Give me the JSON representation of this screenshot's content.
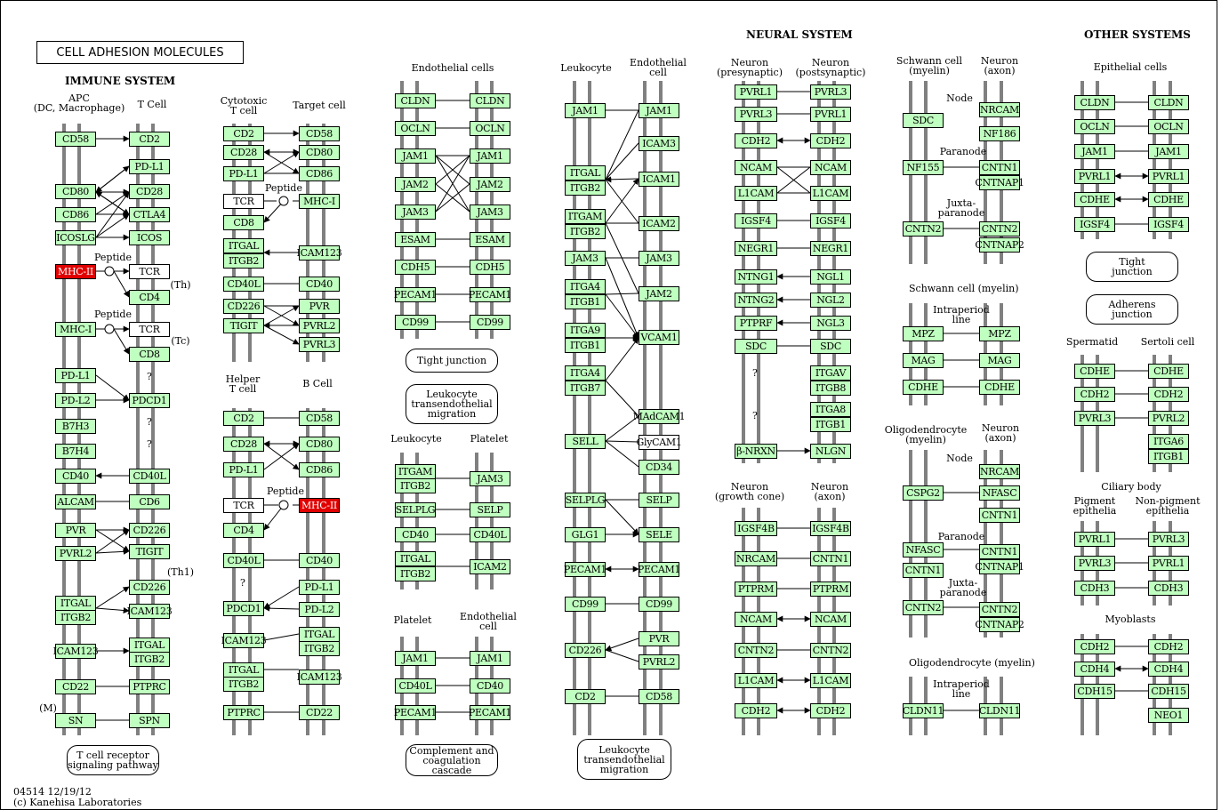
{
  "title": "CELL ADHESION MOLECULES",
  "footer": {
    "code": "04514 12/19/12",
    "copyright": "(c) Kanehisa Laboratories"
  },
  "colors": {
    "gene_fill": "#bfffbf",
    "highlight_fill": "#e00000",
    "rail": "#808080",
    "border": "#000000"
  },
  "headers": {
    "immune": "IMMUNE SYSTEM",
    "neural": "NEURAL SYSTEM",
    "other": "OTHER SYSTEMS"
  },
  "labels": [
    "APC\n(DC, Macrophage)",
    "T Cell",
    "Cytotoxic\nT cell",
    "Target cell",
    "Helper\nT cell",
    "B Cell",
    "Endothelial cells",
    "Leukocyte",
    "Platelet",
    "Platelet",
    "Endothelial\ncell",
    "Leukocyte",
    "Endothelial\ncell",
    "Neuron\n(presynaptic)",
    "Neuron\n(postsynaptic)",
    "Neuron\n(growth cone)",
    "Neuron\n(axon)",
    "Schwann cell\n(myelin)",
    "Neuron\n(axon)",
    "Node",
    "Paranode",
    "Juxta-\nparanode",
    "Schwann cell (myelin)",
    "Intraperiod\nline",
    "Oligodendrocyte\n(myelin)",
    "Neuron\n(axon)",
    "Node",
    "Paranode",
    "Juxta-\nparanode",
    "Oligodendrocyte (myelin)",
    "Intraperiod\nline",
    "Epithelial cells",
    "Spermatid",
    "Sertoli cell",
    "Ciliary body",
    "Pigment\nepithelia",
    "Non-pigment\nepithelia",
    "Myoblasts",
    "(Th)",
    "(Tc)",
    "(Th1)",
    "(M)",
    "Peptide",
    "Peptide",
    "Peptide",
    "Peptide",
    "?",
    "?",
    "?",
    "?",
    "?",
    "?"
  ],
  "genes": [
    "CD58",
    "CD2",
    "PD-L1",
    "CD80",
    "CD28",
    "CD86",
    "CTLA4",
    "ICOSLG",
    "ICOS",
    "MHC-II",
    "TCR",
    "CD4",
    "MHC-I",
    "TCR",
    "CD8",
    "PD-L1",
    "PD-L2",
    "PDCD1",
    "B7H3",
    "B7H4",
    "CD40",
    "CD40L",
    "ALCAM",
    "CD6",
    "PVR",
    "CD226",
    "PVRL2",
    "TIGIT",
    "CD226",
    "ITGAL",
    "ITGB2",
    "ICAM123",
    "ICAM123",
    "ITGAL",
    "ITGB2",
    "CD22",
    "PTPRC",
    "SN",
    "SPN",
    "CD2",
    "CD58",
    "CD28",
    "CD80",
    "PD-L1",
    "CD86",
    "TCR",
    "MHC-I",
    "CD8",
    "ITGAL",
    "ITGB2",
    "ICAM123",
    "CD40L",
    "CD40",
    "CD226",
    "PVR",
    "PVRL2",
    "TIGIT",
    "PVRL3",
    "CD2",
    "CD58",
    "CD28",
    "CD80",
    "PD-L1",
    "CD86",
    "TCR",
    "MHC-II",
    "CD4",
    "CD40L",
    "CD40",
    "PD-L1",
    "PDCD1",
    "PD-L2",
    "ITGAL",
    "ICAM123",
    "ITGB2",
    "ITGAL",
    "ICAM123",
    "ITGB2",
    "PTPRC",
    "CD22",
    "CLDN",
    "CLDN",
    "OCLN",
    "OCLN",
    "JAM1",
    "JAM1",
    "JAM2",
    "JAM2",
    "JAM3",
    "JAM3",
    "ESAM",
    "ESAM",
    "CDH5",
    "CDH5",
    "PECAM1",
    "PECAM1",
    "CD99",
    "CD99",
    "ITGAM",
    "ITGB2",
    "JAM3",
    "SELPLG",
    "SELP",
    "CD40",
    "CD40L",
    "ITGAL",
    "ITGB2",
    "ICAM2",
    "JAM1",
    "JAM1",
    "CD40L",
    "CD40",
    "PECAM1",
    "PECAM1",
    "JAM1",
    "JAM1",
    "ICAM3",
    "ITGAL",
    "ITGB2",
    "ICAM1",
    "ITGAM",
    "ITGB2",
    "ICAM2",
    "JAM3",
    "JAM3",
    "ITGA4",
    "ITGB1",
    "JAM2",
    "ITGA9",
    "ITGB1",
    "VCAM1",
    "ITGA4",
    "ITGB7",
    "MAdCAM1",
    "SELL",
    "GlyCAM1",
    "CD34",
    "SELPLG",
    "SELP",
    "GLG1",
    "SELE",
    "PECAM1",
    "PECAM1",
    "CD99",
    "CD99",
    "CD226",
    "PVR",
    "PVRL2",
    "CD2",
    "CD58",
    "PVRL1",
    "PVRL3",
    "PVRL3",
    "PVRL1",
    "CDH2",
    "CDH2",
    "NCAM",
    "NCAM",
    "L1CAM",
    "L1CAM",
    "IGSF4",
    "IGSF4",
    "NEGR1",
    "NEGR1",
    "NTNG1",
    "NGL1",
    "NTNG2",
    "NGL2",
    "PTPRF",
    "NGL3",
    "SDC",
    "SDC",
    "ITGAV",
    "ITGB8",
    "ITGA8",
    "ITGB1",
    "β-NRXN",
    "NLGN",
    "IGSF4B",
    "IGSF4B",
    "NRCAM",
    "CNTN1",
    "PTPRM",
    "PTPRM",
    "NCAM",
    "NCAM",
    "CNTN2",
    "CNTN2",
    "L1CAM",
    "L1CAM",
    "CDH2",
    "CDH2",
    "NRCAM",
    "SDC",
    "NF186",
    "NF155",
    "CNTN1",
    "CNTNAP1",
    "CNTN2",
    "CNTN2",
    "CNTNAP2",
    "MPZ",
    "MPZ",
    "MAG",
    "MAG",
    "CDHE",
    "CDHE",
    "NRCAM",
    "CSPG2",
    "NFASC",
    "CNTN1",
    "NFASC",
    "CNTN1",
    "CNTNAP1",
    "CNTN1",
    "CNTN2",
    "CNTN2",
    "CNTNAP2",
    "CLDN11",
    "CLDN11",
    "CLDN",
    "CLDN",
    "OCLN",
    "OCLN",
    "JAM1",
    "JAM1",
    "PVRL1",
    "PVRL1",
    "CDHE",
    "CDHE",
    "IGSF4",
    "IGSF4",
    "CDHE",
    "CDHE",
    "CDH2",
    "CDH2",
    "PVRL3",
    "PVRL2",
    "ITGA6",
    "ITGB1",
    "PVRL1",
    "PVRL3",
    "PVRL3",
    "PVRL1",
    "CDH3",
    "CDH3",
    "CDH2",
    "CDH2",
    "CDH4",
    "CDH4",
    "CDH15",
    "CDH15",
    "NEO1"
  ],
  "pathways": [
    "T cell receptor\nsignaling pathway",
    "Tight junction",
    "Leukocyte\ntransendothelial\nmigration",
    "Complement and\ncoagulation cascade",
    "Leukocyte\ntransendothelial\nmigration",
    "Tight\njunction",
    "Adherens\njunction"
  ]
}
